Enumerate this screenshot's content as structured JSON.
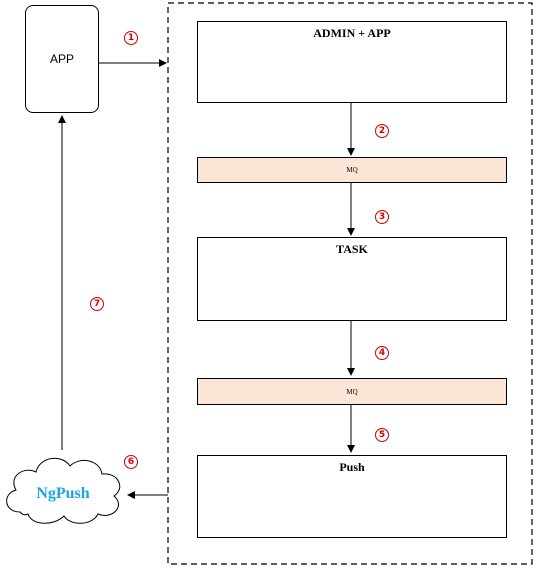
{
  "nodes": {
    "app": "APP",
    "admin_app": "ADMIN + APP",
    "mq_1": "MQ",
    "task": "TASK",
    "mq_2": "MQ",
    "push": "Push",
    "ngpush": "NgPush"
  },
  "steps": [
    "1",
    "2",
    "3",
    "4",
    "5",
    "6",
    "7"
  ],
  "colors": {
    "mq_fill": "#fbe5d6",
    "step_marker": "#d00000",
    "ngpush_text": "#1aa3e6"
  },
  "icons": {
    "ngpush_shape": "cloud-icon"
  }
}
